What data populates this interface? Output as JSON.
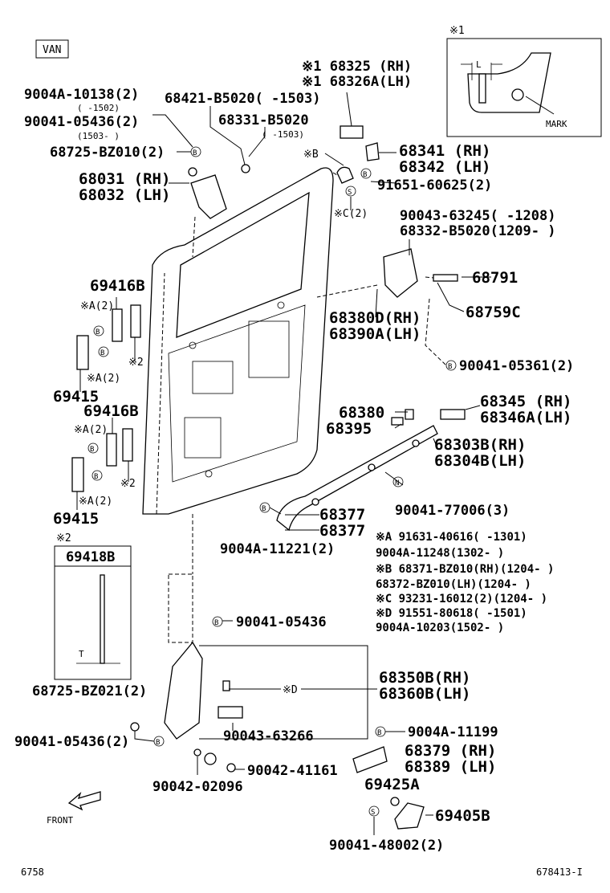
{
  "variant_box": "VAN",
  "inset1": {
    "marker": "※1",
    "dim": "L",
    "mark": "MARK"
  },
  "inset2": {
    "marker": "※2",
    "title": "69418B",
    "dim": "T"
  },
  "labels": {
    "p68325": "※1 68325 (RH)",
    "p68326a": "※1 68326A(LH)",
    "p9004a10138": "9004A-10138(2)",
    "d1502": "(      -1502)",
    "p68421": "68421-B5020(    -1503)",
    "p9004105436_2": "90041-05436(2)",
    "d1503a": "(1503-      )",
    "p68331": "68331-B5020",
    "d1503b": "(      -1503)",
    "p68725bz010": "68725-BZ010(2)",
    "p68031": "68031 (RH)",
    "p68032": "68032 (LH)",
    "xb": "※B",
    "p68341": "68341 (RH)",
    "p68342": "68342 (LH)",
    "p9165160625": "91651-60625(2)",
    "xc2": "※C(2)",
    "p9004363245": "90043-63245(     -1208)",
    "p68332": "68332-B5020(1209-     )",
    "p68791": "68791",
    "p68759c": "68759C",
    "p69416b_1": "69416B",
    "xa2_1": "※A(2)",
    "xa2_2": "※A(2)",
    "x2_1": "※2",
    "p69415_1": "69415",
    "p68380d": "68380D(RH)",
    "p68390a": "68390A(LH)",
    "p9004105361": "90041-05361(2)",
    "p69416b_2": "69416B",
    "xa2_3": "※A(2)",
    "x2_2": "※2",
    "xa2_4": "※A(2)",
    "p69415_2": "69415",
    "p68380": "68380",
    "p68395": "68395",
    "p68345": "68345 (RH)",
    "p68346a": "68346A(LH)",
    "p68303b": "68303B(RH)",
    "p68304b": "68304B(LH)",
    "p9004177006": "90041-77006(3)",
    "p68377a": "68377",
    "p68377b": "68377",
    "p9004a11221": "9004A-11221(2)",
    "x2_3": "※2",
    "notes": [
      "※A 91631-40616(     -1301)",
      "    9004A-11248(1302-     )",
      "※B 68371-BZ010(RH)(1204-    )",
      "    68372-BZ010(LH)(1204-    )",
      "※C 93231-16012(2)(1204-     )",
      "※D 91551-80618(     -1501)",
      "    9004A-10203(1502-     )"
    ],
    "p9004105436": "90041-05436",
    "p68725bz021": "68725-BZ021(2)",
    "xd": "※D",
    "p68350b": "68350B(RH)",
    "p68360b": "68360B(LH)",
    "p9004105436_3": "90041-05436(2)",
    "p9004363266": "90043-63266",
    "p9004241161": "90042-41161",
    "p9004202096": "90042-02096",
    "p9004a11199": "9004A-11199",
    "p68379": "68379 (RH)",
    "p68389": "68389 (LH)",
    "p69425a": "69425A",
    "p69405b": "69405B",
    "p9004148002": "90041-48002(2)",
    "front": "FRONT",
    "page_num": "6758",
    "ref_id": "678413-I"
  },
  "circle_letters": {
    "b": "B",
    "s": "S",
    "n": "N"
  }
}
